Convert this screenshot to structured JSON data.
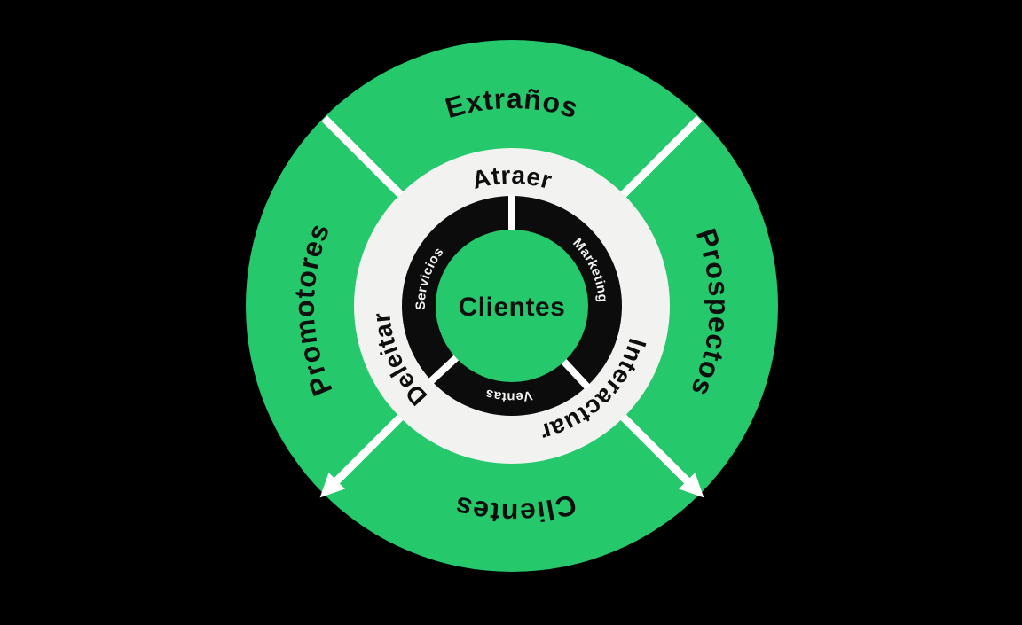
{
  "colors": {
    "background": "#000000",
    "wheel_green": "#25C96C",
    "ring_white": "#F2F2F0",
    "ring_black": "#0C0C0C",
    "divider_white": "#FFFFFF",
    "text_dark": "#0E0E0E",
    "text_light": "#F3F3F0"
  },
  "flywheel": {
    "center_label": "Clientes",
    "inner_ring_labels": [
      {
        "label": "Marketing",
        "position": "top-right"
      },
      {
        "label": "Ventas",
        "position": "bottom"
      },
      {
        "label": "Servicios",
        "position": "top-left"
      }
    ],
    "middle_ring_labels": [
      {
        "label": "Atraer",
        "position": "top"
      },
      {
        "label": "Interactuar",
        "position": "bottom-right"
      },
      {
        "label": "Deleitar",
        "position": "bottom-left"
      }
    ],
    "outer_ring_labels": [
      {
        "label": "Extraños",
        "position": "top"
      },
      {
        "label": "Prospectos",
        "position": "right"
      },
      {
        "label": "Clientes",
        "position": "bottom"
      },
      {
        "label": "Promotores",
        "position": "left"
      }
    ]
  }
}
